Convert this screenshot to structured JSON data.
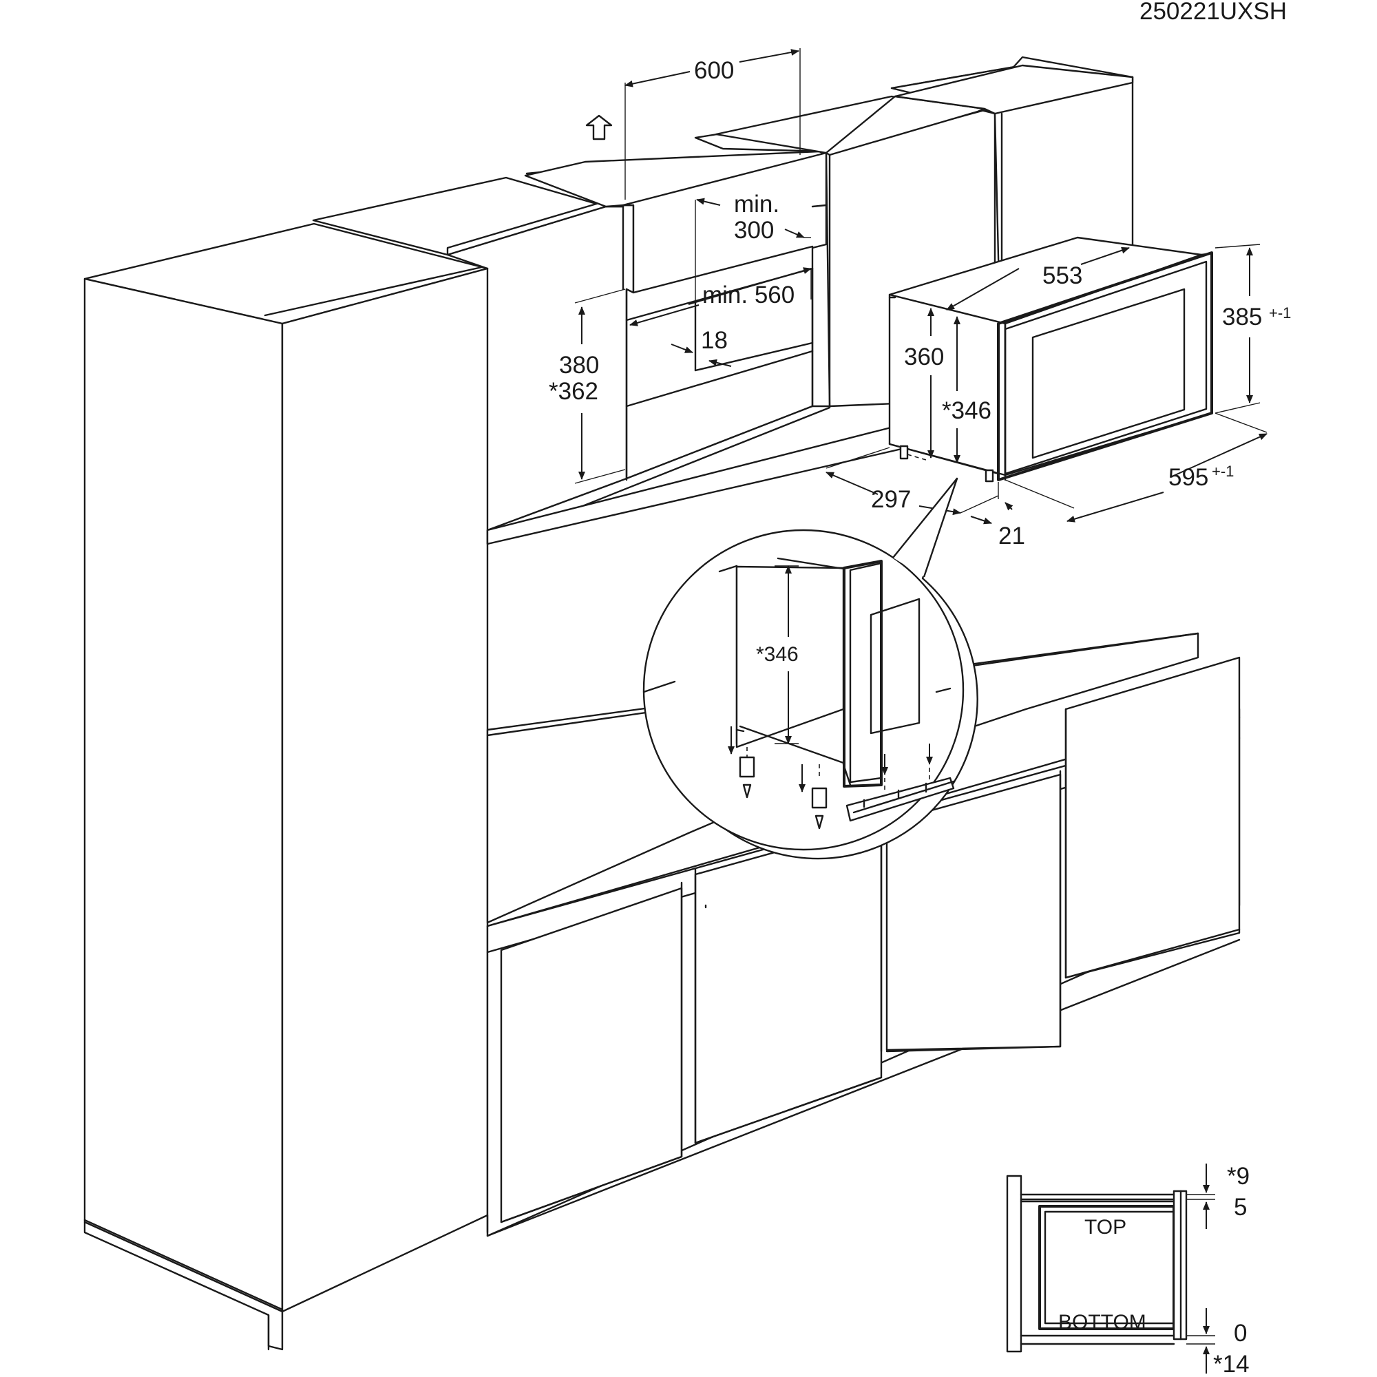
{
  "drawing_code": "250221UXSH",
  "dimensions": {
    "niche_width": "600",
    "min_depth_top": "min.",
    "min_depth_top_value": "300",
    "min_depth_niche": "min. 560",
    "panel_thickness": "18",
    "niche_height": "380",
    "niche_height_alt": "*362",
    "appliance_depth": "553",
    "appliance_height": "385",
    "appliance_height_tol": "+-1",
    "body_height": "360",
    "body_height_alt": "*346",
    "appliance_width": "595",
    "appliance_width_tol": "+-1",
    "side_depth": "297",
    "front_offset": "21",
    "detail_height": "*346"
  },
  "section": {
    "top_label": "TOP",
    "bottom_label": "BOTTOM",
    "gap_top_star": "*9",
    "gap_top": "5",
    "gap_bottom": "0",
    "gap_bottom_star": "*14"
  }
}
